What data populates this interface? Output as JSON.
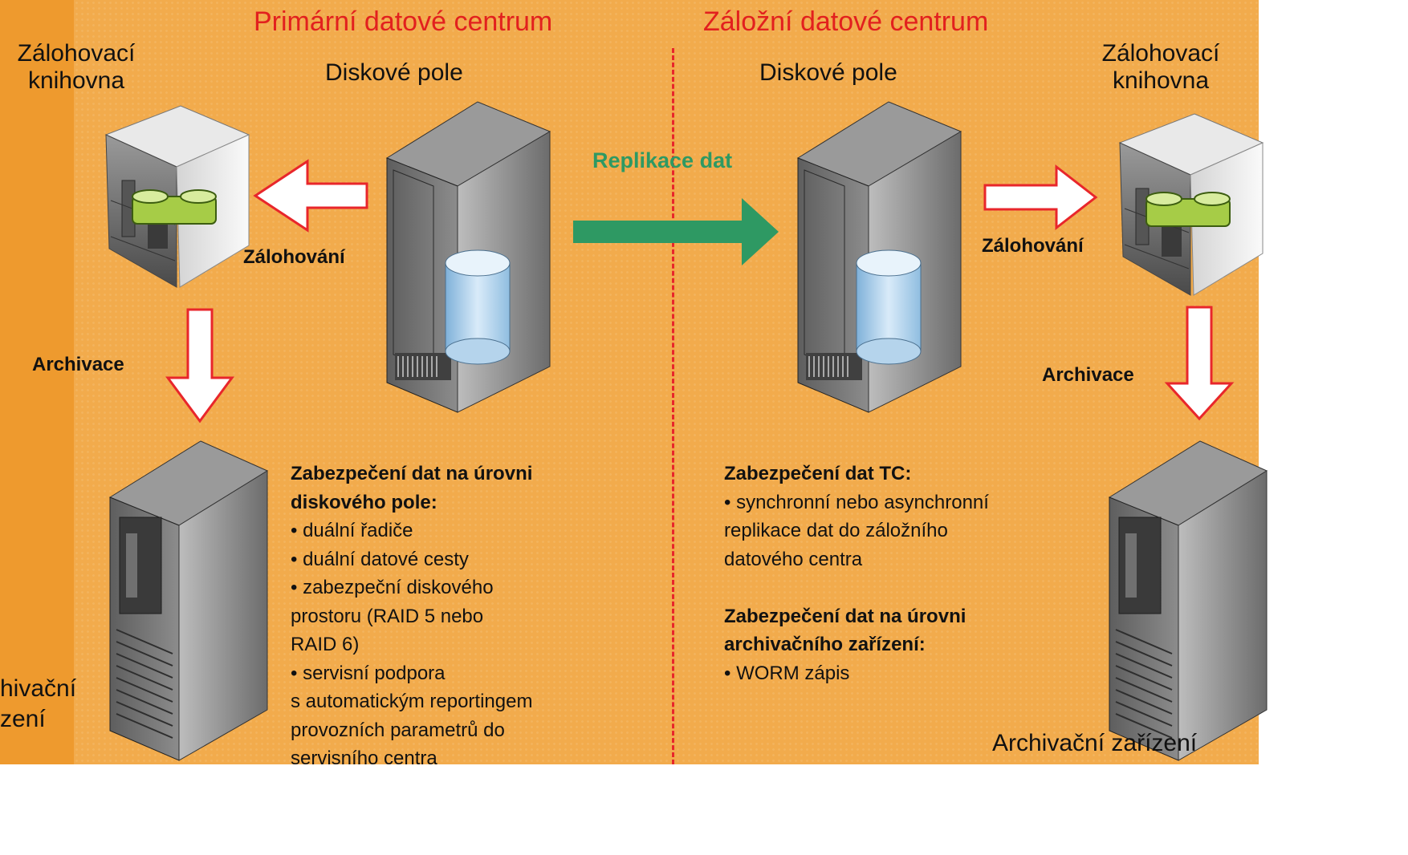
{
  "titles": {
    "primary_dc": "Primární datové centrum",
    "backup_dc": "Záložní datové centrum"
  },
  "labels": {
    "backup_library_left": [
      "Zálohovací",
      "knihovna"
    ],
    "backup_library_right": [
      "Zálohovací",
      "knihovna"
    ],
    "disk_array_left": "Diskové pole",
    "disk_array_right": "Diskové pole",
    "archive_device_left": [
      "hivační",
      "zení"
    ],
    "archive_device_right": "Archivační zařízení"
  },
  "arrows": {
    "backup_left": "Zálohování",
    "backup_right": "Zálohování",
    "archive_left": "Archivace",
    "archive_right": "Archivace",
    "replication": "Replikace dat"
  },
  "info_left": {
    "heading": [
      "Zabezpečení dat na úrovni",
      "diskového pole:"
    ],
    "lines": [
      "• duální řadiče",
      "• duální datové cesty",
      "• zabezpeční diskového",
      "prostoru (RAID 5 nebo",
      "RAID 6)",
      "• servisní podpora",
      "s automatickým reportingem",
      "provozních parametrů do",
      "servisního centra"
    ]
  },
  "info_right": {
    "heading1": "Zabezpečení dat TC:",
    "lines1": [
      "• synchronní nebo asynchronní",
      "replikace dat do záložního",
      "datového centra"
    ],
    "heading2": [
      "Zabezpečení dat na úrovni",
      "archivačního zařízení:"
    ],
    "lines2": [
      "• WORM zápis"
    ]
  },
  "colors": {
    "background": "#f2ab4c",
    "left_stripe": "#ee9a2e",
    "title_red": "#e2201e",
    "divider_red": "#e8262b",
    "replication_green": "#2e9963",
    "arrow_outline": "#e8262b"
  },
  "icons": [
    "tape-library-icon",
    "disk-array-icon",
    "archive-rack-icon",
    "database-cylinder-icon",
    "tape-cartridge-icon"
  ]
}
